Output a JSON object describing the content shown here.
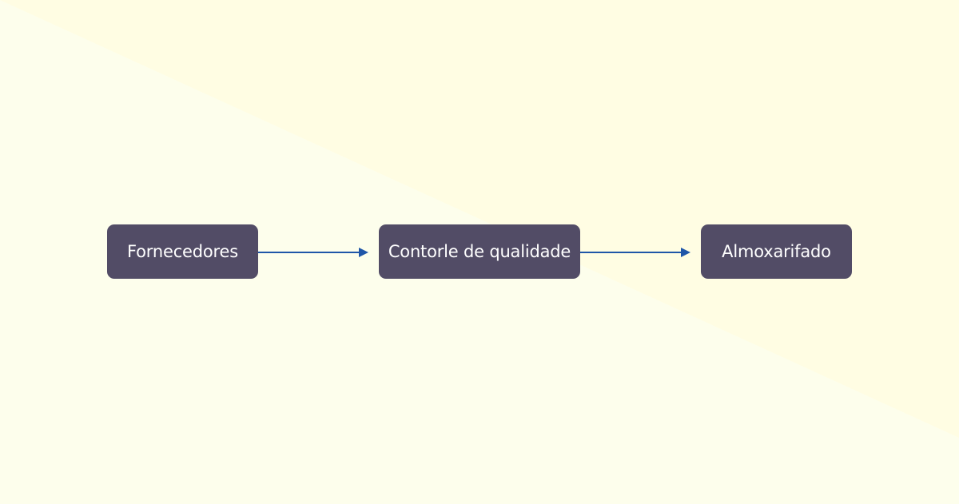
{
  "diagram": {
    "nodes": [
      {
        "label": "Fornecedores"
      },
      {
        "label": "Contorle de qualidade"
      },
      {
        "label": "Almoxarifado"
      }
    ],
    "edges": [
      {
        "from": 0,
        "to": 1
      },
      {
        "from": 1,
        "to": 2
      }
    ],
    "colors": {
      "background": "#fdfeec",
      "background_accent": "#fffde3",
      "node_fill": "#524c66",
      "node_text": "#ffffff",
      "arrow": "#1f56a8"
    }
  }
}
